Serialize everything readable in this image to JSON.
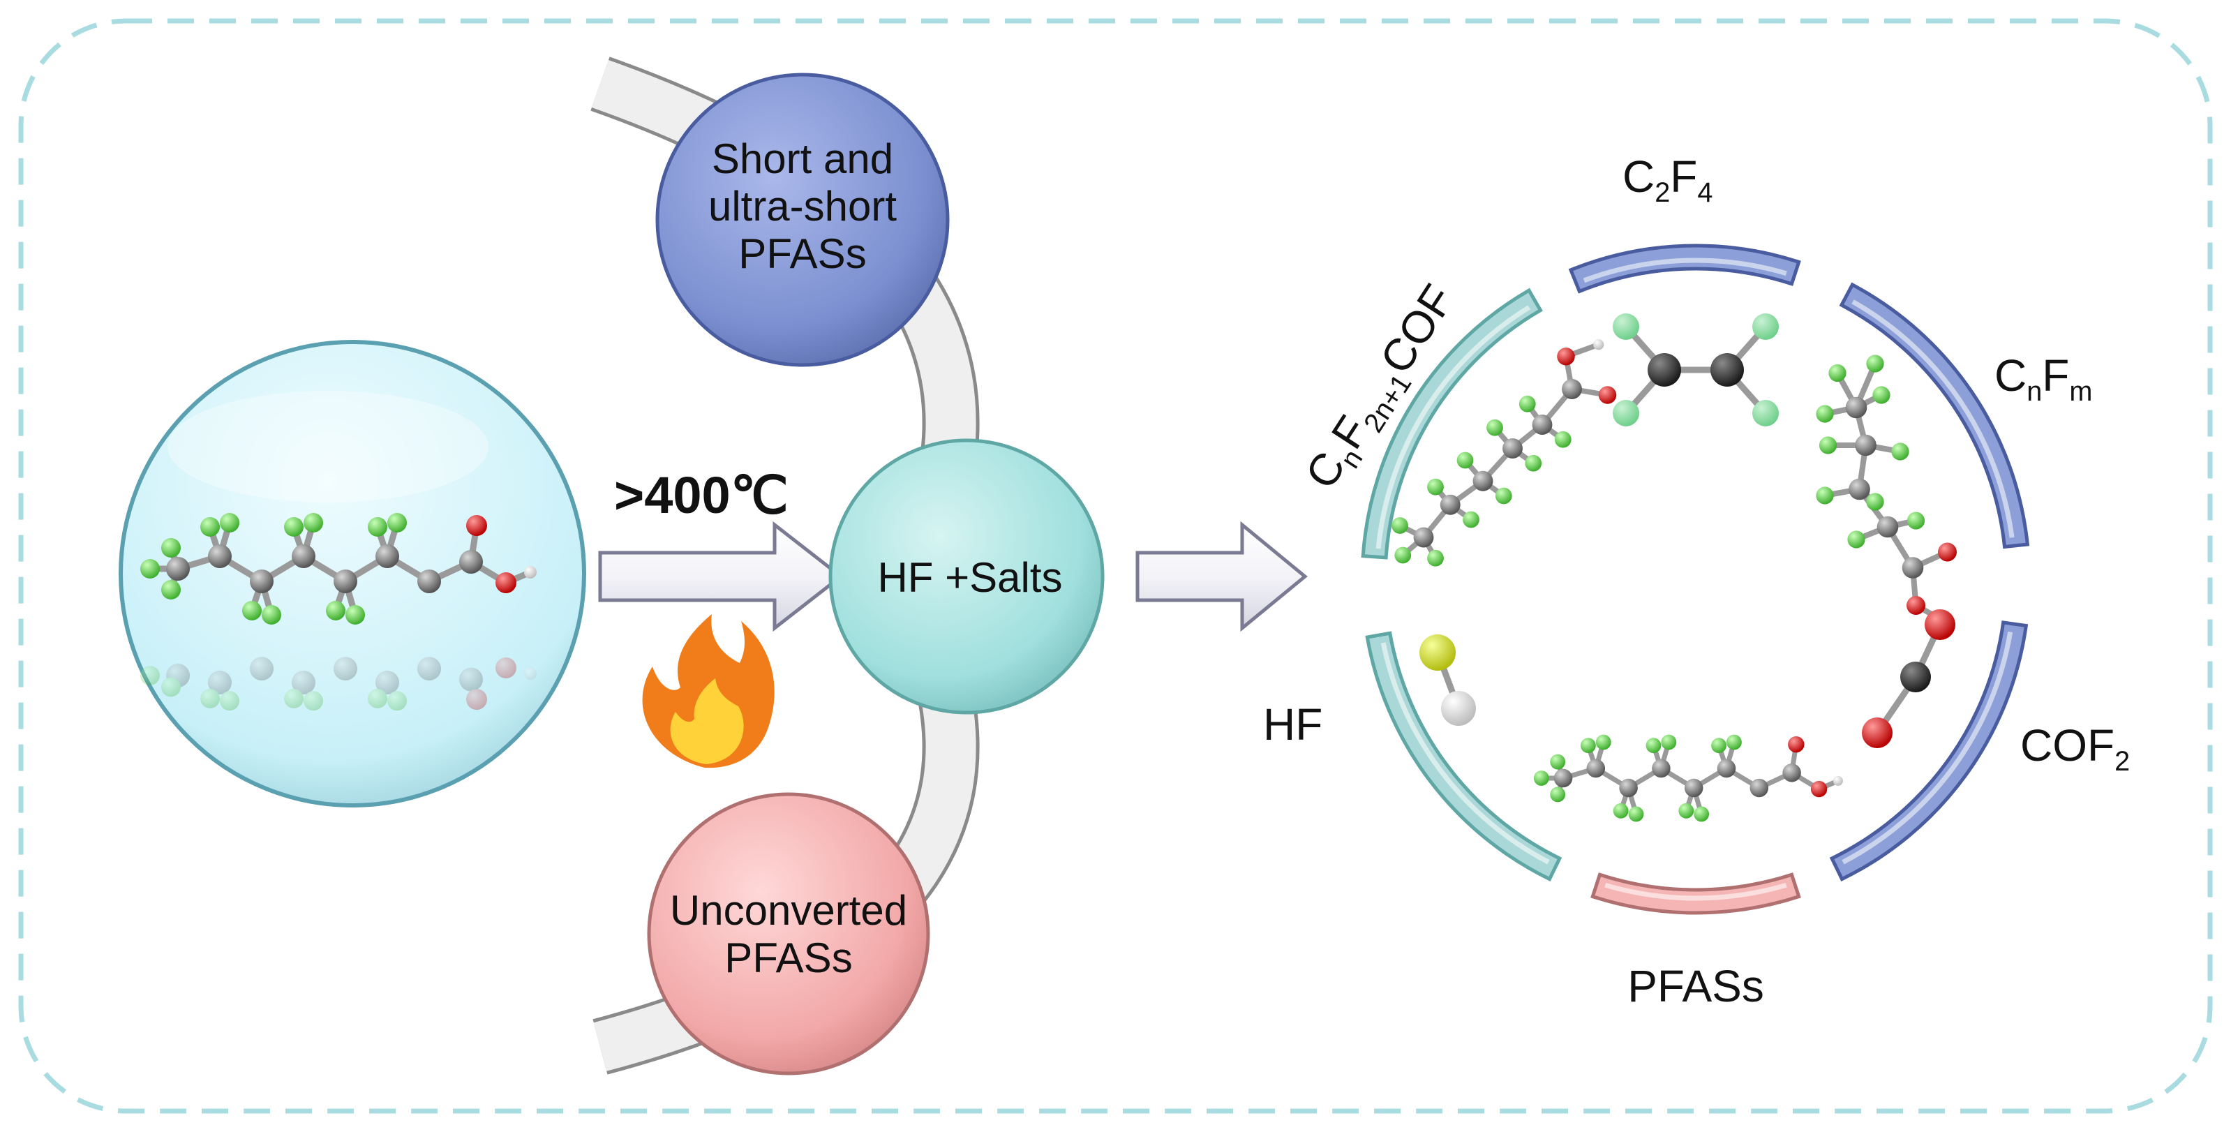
{
  "diagram": {
    "temperature_label": ">400℃",
    "products_arc": {
      "top": "Short and\nultra-short\nPFASs",
      "center": "HF +Salts",
      "bottom": "Unconverted\nPFASs"
    },
    "ring_labels": {
      "c2f4": {
        "main1": "C",
        "sub1": "2",
        "main2": "F",
        "sub2": "4"
      },
      "cnfm": {
        "main1": "C",
        "sub1": "n",
        "main2": "F",
        "sub2": "m"
      },
      "perfluoroacyl_fluoride": {
        "main1": "C",
        "sub1": "n",
        "main2": "F",
        "sub2": "2n+1",
        "tail": "COF"
      },
      "hf": "HF",
      "cof2": {
        "main": "COF",
        "sub": "2"
      },
      "pfass": "PFASs"
    },
    "colors": {
      "frame_dash": "#a8dce0",
      "pfas_circle_fill": "#c8f0f8",
      "short_pfas_fill": "#7b8fd0",
      "center_fill": "#9fdfdd",
      "unconverted_fill": "#f2a8a8",
      "arc_gray": "#efefef",
      "seg_blue": "#8d9fd8",
      "seg_teal": "#aad8d8",
      "seg_pink": "#f5b5b5",
      "atom_fluorine": "#5cc94a",
      "atom_carbon": "#7a7a7a",
      "atom_oxygen": "#e01818",
      "atom_hydrogen": "#f2f2f2",
      "atom_hf_fluorine": "#d7e02a",
      "flame_outer": "#f07d1a",
      "flame_inner": "#ffd23a"
    },
    "icons": [
      "pfas-molecule-icon",
      "flame-icon",
      "double-arrow-icon",
      "c2f4-molecule-icon",
      "hf-molecule-icon",
      "cof2-molecule-icon"
    ]
  }
}
